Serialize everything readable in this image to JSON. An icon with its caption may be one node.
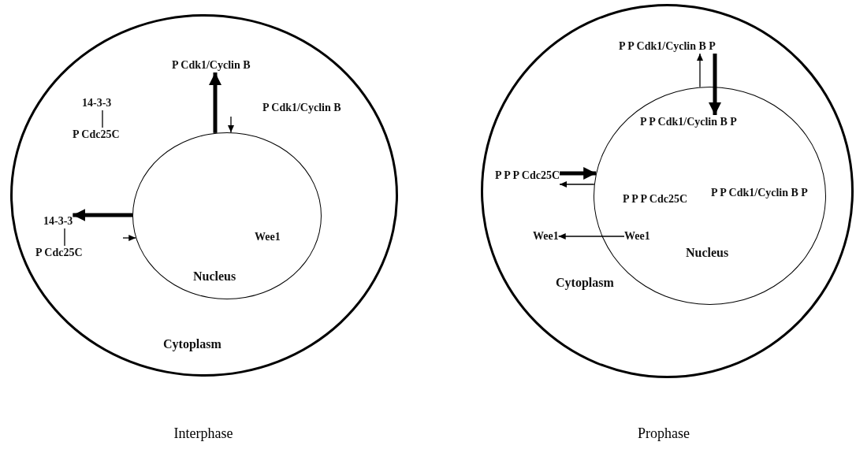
{
  "diagram": {
    "nodes": [
      {
        "text": [
          "Cytoplasm"
        ],
        "beside": [
          "Interphase"
        ]
      },
      {
        "text": [
          "P Cdk1/Cyclin B"
        ],
        "in": 0
      },
      {
        "text": [
          "P Cdk1/Cyclin B"
        ],
        "in": 0
      },
      {
        "text": [
          "14-3-3"
        ],
        "in": 0
      },
      {
        "text": [
          "P Cdc25C"
        ],
        "in": 0
      },
      {
        "text": [
          "Nucleus"
        ],
        "in": 0
      },
      {
        "text": [
          "14-3-3"
        ],
        "in": 0
      },
      {
        "text": [
          "P Cdc25C"
        ],
        "in": 0
      },
      {
        "text": [
          "Cytoplasm"
        ],
        "beside": [
          "Prophase"
        ]
      },
      {
        "text": [
          "P P Cdk1/Cyclin B P"
        ],
        "in": 8
      },
      {
        "text": [
          "Nucleus"
        ],
        "in": 8
      },
      {
        "text": [
          "P P Cdk1/Cyclin B P"
        ],
        "in": 10
      },
      {
        "text": [
          "P P P Cdc25C"
        ],
        "in": 8
      },
      {
        "text": [
          "P P P Cdc25C"
        ],
        "in": 10
      },
      {
        "text": [
          "P P Cdk1/Cyclin B P"
        ],
        "in": 10
      },
      {
        "text": [
          "Wee1"
        ],
        "in": 8
      },
      {
        "text": [
          "Wee1"
        ],
        "in": 10
      }
    ],
    "edges": [
      {
        "from": 3,
        "to": 4,
        "arrow": "none"
      },
      {
        "from": 5,
        "to": 1,
        "arrow": "to",
        "style": "thick"
      },
      {
        "from": null,
        "to": 5,
        "arrow": "to"
      },
      {
        "from": 5,
        "to": 6,
        "arrow": "to",
        "style": "thick"
      },
      {
        "from": null,
        "to": 5,
        "arrow": "to"
      },
      {
        "from": 6,
        "to": 7,
        "arrow": "none"
      },
      {
        "from": 10,
        "to": 9,
        "arrow": "to"
      },
      {
        "from": 9,
        "to": 11,
        "arrow": "to",
        "style": "thick"
      },
      {
        "from": 12,
        "to": 10,
        "arrow": "to",
        "style": "thick"
      },
      {
        "from": 10,
        "to": 12,
        "arrow": "to"
      },
      {
        "from": 16,
        "to": 15,
        "arrow": "to"
      }
    ],
    "labels": [
      "Wee1"
    ]
  }
}
